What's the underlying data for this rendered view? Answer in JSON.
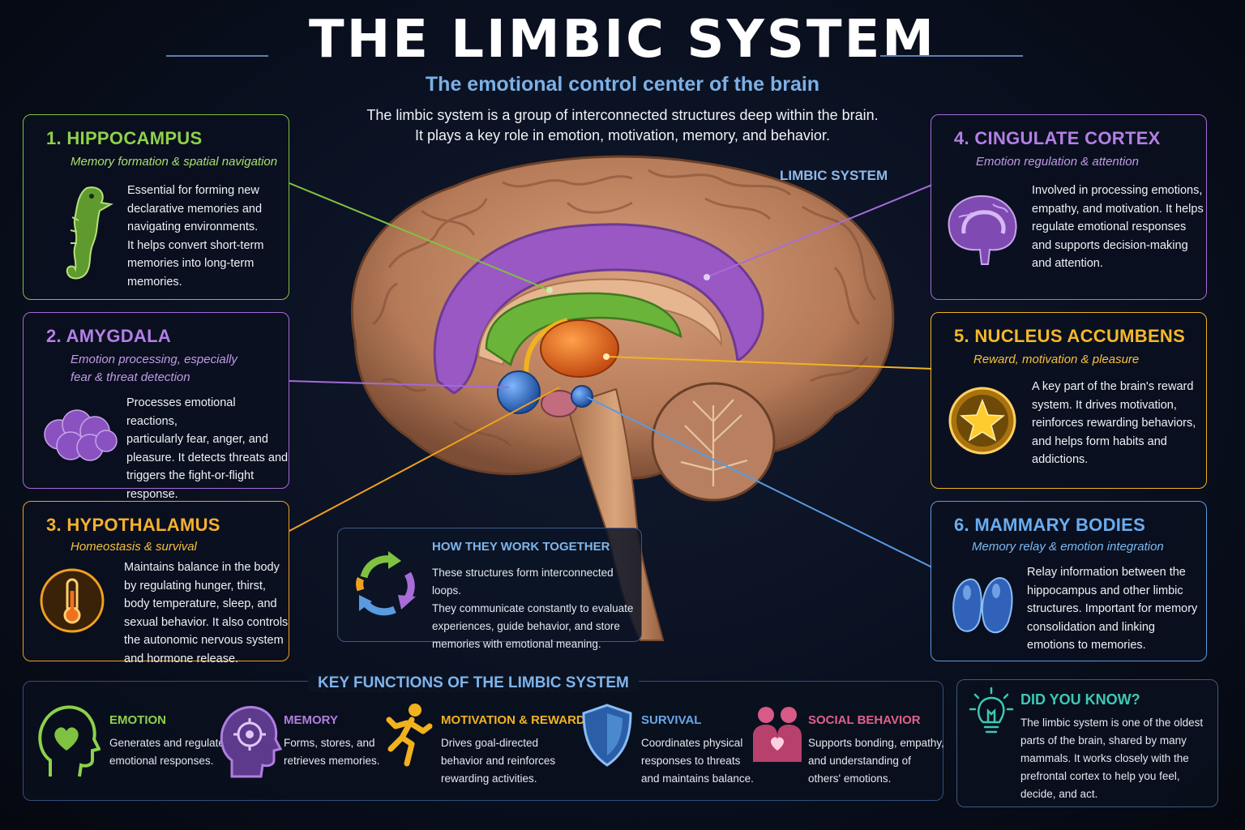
{
  "title": "THE LIMBIC SYSTEM",
  "subtitle": "The emotional control center of the brain",
  "intro": {
    "line1": "The limbic system is a group of interconnected structures deep within the brain.",
    "line2": "It plays a key role in emotion, motivation, memory, and behavior."
  },
  "brain_label": "LIMBIC SYSTEM",
  "colors": {
    "hippocampus": "#7fc241",
    "amygdala": "#a46ad6",
    "hypothalamus": "#f0a020",
    "cingulate": "#a86cd8",
    "accumbens": "#f2b21e",
    "mammillary": "#5a9be0"
  },
  "structures": {
    "hippocampus": {
      "heading": "1. HIPPOCAMPUS",
      "sub": "Memory formation & spatial navigation",
      "lines": [
        "Essential for forming new",
        "declarative memories and",
        "navigating environments.",
        "It helps convert short-term",
        "memories into long-term",
        "memories."
      ],
      "icon": "seahorse-icon"
    },
    "amygdala": {
      "heading": "2. AMYGDALA",
      "sub1": "Emotion processing, especially",
      "sub2": "fear & threat detection",
      "lines": [
        "Processes emotional reactions,",
        "particularly fear, anger, and",
        "pleasure. It detects threats and",
        "triggers the fight-or-flight",
        "response."
      ],
      "icon": "amygdala-icon"
    },
    "hypothalamus": {
      "heading": "3. HYPOTHALAMUS",
      "sub": "Homeostasis & survival",
      "lines": [
        "Maintains balance in the body",
        "by regulating hunger, thirst,",
        "body temperature, sleep, and",
        "sexual behavior. It also controls",
        "the autonomic nervous system",
        "and hormone release."
      ],
      "icon": "thermometer-icon"
    },
    "cingulate": {
      "heading": "4. CINGULATE CORTEX",
      "sub": "Emotion regulation & attention",
      "lines": [
        "Involved in processing emotions,",
        "empathy, and motivation. It helps",
        "regulate emotional responses",
        "and supports decision-making",
        "and attention."
      ],
      "icon": "brain-icon"
    },
    "accumbens": {
      "heading": "5. NUCLEUS ACCUMBENS",
      "sub": "Reward, motivation & pleasure",
      "lines": [
        "A key part of the brain's reward",
        "system. It drives motivation,",
        "reinforces rewarding behaviors,",
        "and helps form habits and",
        "addictions."
      ],
      "icon": "star-icon"
    },
    "mammillary": {
      "heading": "6. MAMMARY BODIES",
      "sub": "Memory relay & emotion integration",
      "lines": [
        "Relay information between the",
        "hippocampus and other limbic",
        "structures. Important for memory",
        "consolidation and linking",
        "emotions to memories."
      ],
      "icon": "mammillary-bodies-icon"
    }
  },
  "how": {
    "heading": "HOW THEY WORK TOGETHER",
    "lines": [
      "These structures form interconnected loops.",
      "They communicate constantly to evaluate",
      "experiences, guide behavior, and store",
      "memories with emotional meaning."
    ],
    "icon": "cycle-arrows-icon"
  },
  "key_functions": {
    "heading": "KEY FUNCTIONS OF THE LIMBIC SYSTEM",
    "items": [
      {
        "name": "EMOTION",
        "lines": [
          "Generates and regulates",
          "emotional responses."
        ],
        "color": "#8ed14a",
        "icon": "heart-head-icon"
      },
      {
        "name": "MEMORY",
        "lines": [
          "Forms, stores, and",
          "retrieves memories."
        ],
        "color": "#b07ee0",
        "icon": "memory-head-icon"
      },
      {
        "name": "MOTIVATION & REWARD",
        "lines": [
          "Drives goal-directed",
          "behavior and reinforces",
          "rewarding activities."
        ],
        "color": "#f2b21e",
        "icon": "running-person-icon"
      },
      {
        "name": "SURVIVAL",
        "lines": [
          "Coordinates physical",
          "responses to threats",
          "and maintains balance."
        ],
        "color": "#6aa6e6",
        "icon": "shield-icon"
      },
      {
        "name": "SOCIAL BEHAVIOR",
        "lines": [
          "Supports bonding, empathy,",
          "and understanding of",
          "others' emotions."
        ],
        "color": "#e0608c",
        "icon": "people-icon"
      }
    ]
  },
  "did_you_know": {
    "heading": "DID YOU KNOW?",
    "lines": [
      "The limbic system is one of the oldest",
      "parts of the brain, shared by many",
      "mammals. It works closely with the",
      "prefrontal cortex to help you feel,",
      "decide, and act."
    ],
    "icon": "lightbulb-icon"
  }
}
